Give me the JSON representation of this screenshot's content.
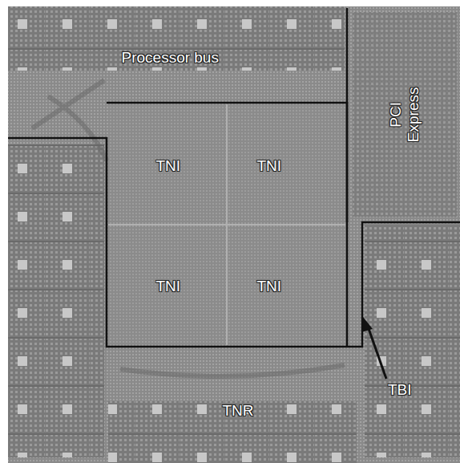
{
  "diagram": {
    "nodes": [
      {
        "text": [
          "TNI",
          "TNI",
          "TNI",
          "TNI"
        ]
      },
      {
        "text": [
          "PCI Express"
        ]
      }
    ],
    "labels": [
      "Processor bus",
      "TNR",
      "TBI"
    ]
  }
}
